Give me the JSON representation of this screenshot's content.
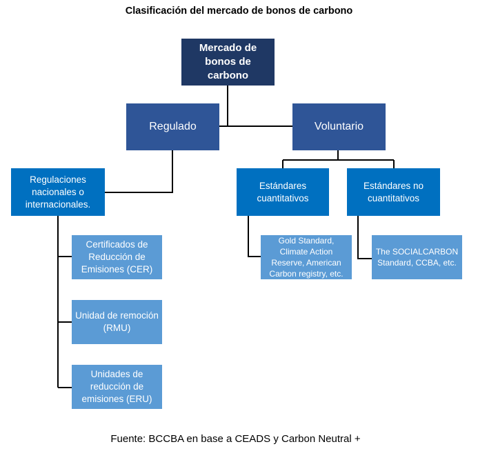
{
  "title": "Clasificación del mercado de bonos de carbono",
  "source": "Fuente: BCCBA en base a CEADS y Carbon Neutral +",
  "nodes": {
    "root": "Mercado de bonos de carbono",
    "regulated": "Regulado",
    "voluntary": "Voluntario",
    "regulations": "Regulaciones nacionales o internacionales.",
    "quant": "Estándares cuantitativos",
    "nonquant": "Estándares no cuantitativos",
    "cer": "Certificados de Reducción de Emisiones (CER)",
    "rmu": "Unidad de remoción (RMU)",
    "eru": "Unidades de reducción de emisiones (ERU)",
    "quant_examples": "Gold Standard, Climate Action Reserve, American Carbon registry, etc.",
    "nonquant_examples": "The SOCIALCARBON Standard, CCBA, etc."
  },
  "colors": {
    "root": "#1f3864",
    "level1": "#2f5597",
    "level2": "#0070c0",
    "level3": "#5b9bd5",
    "connector": "#000000"
  }
}
